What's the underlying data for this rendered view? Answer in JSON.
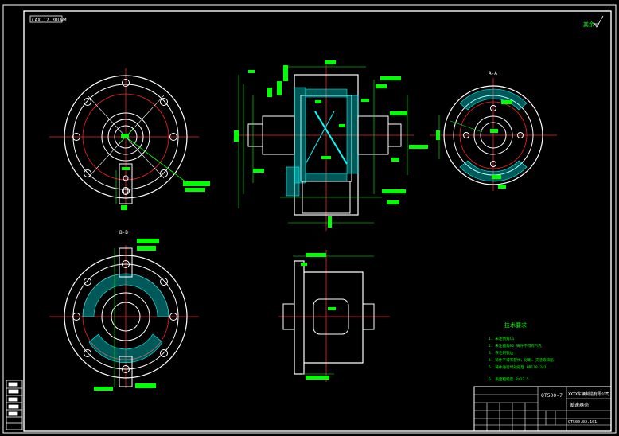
{
  "drawing": {
    "corner_tag": "CAX 12 3DUWM",
    "roughness_label": "其余",
    "section_label_a": "A-A",
    "section_label_b": "B-B"
  },
  "tech_requirements": {
    "title": "技术要求",
    "items": [
      "1. 未注倒角C1 ",
      "2. 未注圆角R2  铸件不得有气孔",
      "3. 去毛刺锐边",
      "4. 铸件不得有裂纹、砂眼、夹渣等缺陷",
      "5. 铸件进行时效处理 HB170-241 ",
      "6. 表面粗糙度 Ra12.5"
    ]
  },
  "title_block": {
    "part_code": "QT500-7",
    "company": "XXXX车辆制造有限公司",
    "part_name": "差速器壳",
    "drawing_no": "QT500.02.101"
  },
  "colors": {
    "background": "#000000",
    "outline": "#ffffff",
    "centerline": "#ff2020",
    "dimension": "#00ff00",
    "hatch": "#00ffff"
  }
}
